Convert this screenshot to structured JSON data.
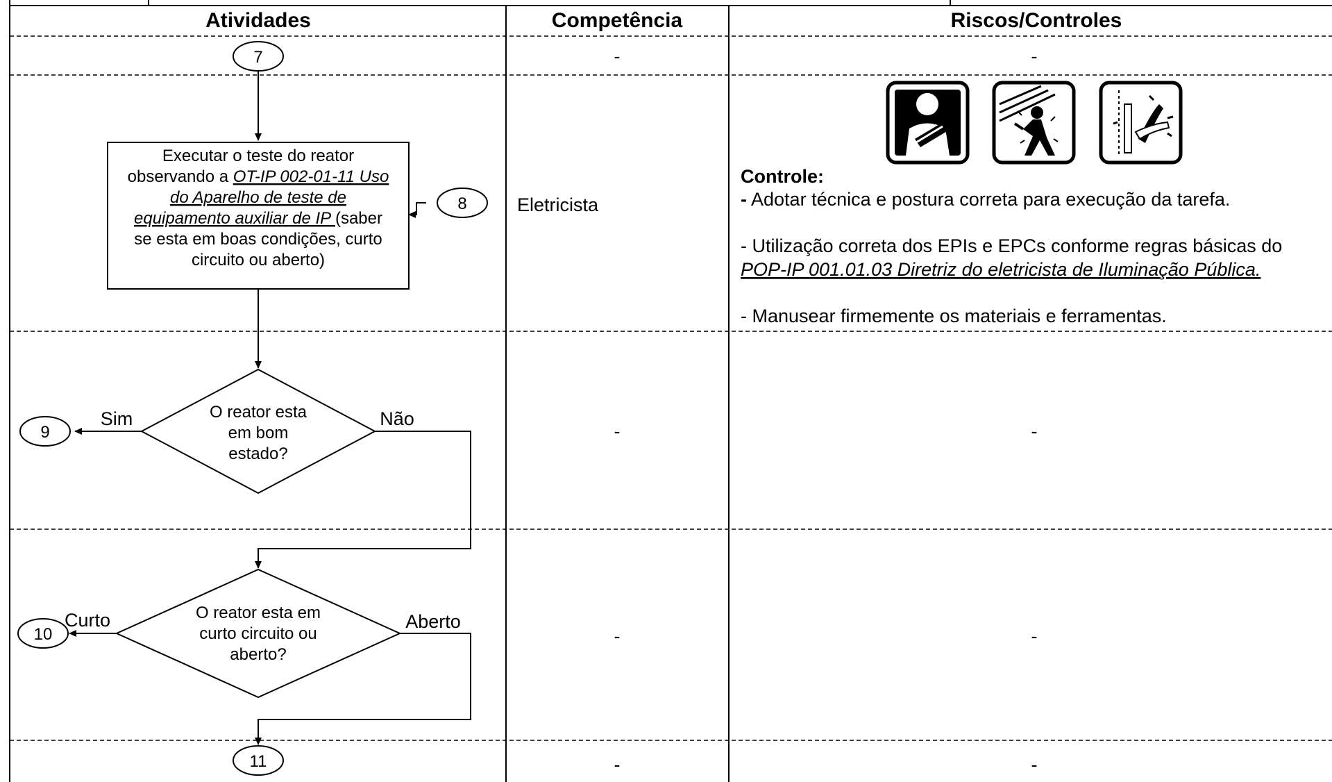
{
  "columns": {
    "activities": "Atividades",
    "competence": "Competência",
    "risks": "Riscos/Controles"
  },
  "rows": {
    "r1": {
      "competence": "-",
      "risks": "-"
    },
    "r2": {
      "competence": "Eletricista"
    },
    "r3": {
      "competence": "-",
      "risks": "-"
    },
    "r4": {
      "competence": "-",
      "risks": "-"
    },
    "r5": {
      "competence": "-",
      "risks": "-"
    }
  },
  "connectors": {
    "c7": "7",
    "c8": "8",
    "c9": "9",
    "c10": "10",
    "c11": "11"
  },
  "process_box": {
    "line1": "Executar o teste do reator",
    "line2_prefix": "observando a ",
    "line2_link": "OT-IP 002-01-11 Uso",
    "line3_link": "do Aparelho de teste de",
    "line4_link": "equipamento auxiliar de IP ",
    "line4_suffix": "(saber",
    "line5": "se esta em boas condições, curto",
    "line6": "circuito ou aberto)"
  },
  "decision1": {
    "line1": "O reator esta",
    "line2": "em bom",
    "line3": "estado?",
    "yes_label": "Sim",
    "no_label": "Não"
  },
  "decision2": {
    "line1": "O reator esta em",
    "line2": "curto circuito ou",
    "line3": "aberto?",
    "left_label": "Curto",
    "right_label": "Aberto"
  },
  "controls": {
    "title": "Controle:",
    "item1_dash": "-",
    "item1": " Adotar técnica e postura correta para execução da tarefa.",
    "item2": "- Utilização correta dos EPIs e EPCs conforme regras básicas do",
    "item2_link": "POP-IP 001.01.03 Diretriz do eletricista de Iluminação Pública.",
    "item3": "- Manusear firmemente os materiais e ferramentas."
  },
  "risk_icons": [
    "injured-arm-icon",
    "electric-shock-icon",
    "tool-cut-icon"
  ]
}
